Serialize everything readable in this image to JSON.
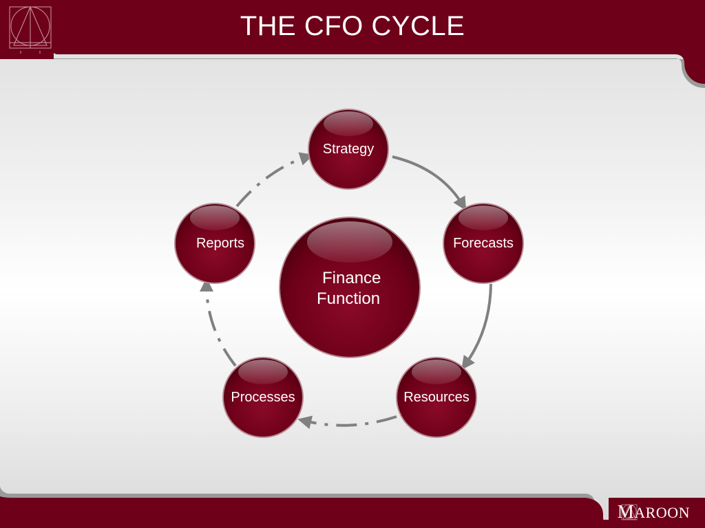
{
  "header": {
    "title": "THE CFO CYCLE"
  },
  "diagram": {
    "center": {
      "line1": "Finance",
      "line2": "Function"
    },
    "nodes": [
      {
        "id": "strategy",
        "label": "Strategy"
      },
      {
        "id": "forecasts",
        "label": "Forecasts"
      },
      {
        "id": "resources",
        "label": "Resources"
      },
      {
        "id": "processes",
        "label": "Processes"
      },
      {
        "id": "reports",
        "label": "Reports"
      }
    ]
  },
  "footer": {
    "brand_initial": "M",
    "brand_rest": "AROON"
  },
  "colors": {
    "maroon": "#6e0019",
    "arrow": "#808080",
    "band_gray": "#9a9a9a"
  }
}
